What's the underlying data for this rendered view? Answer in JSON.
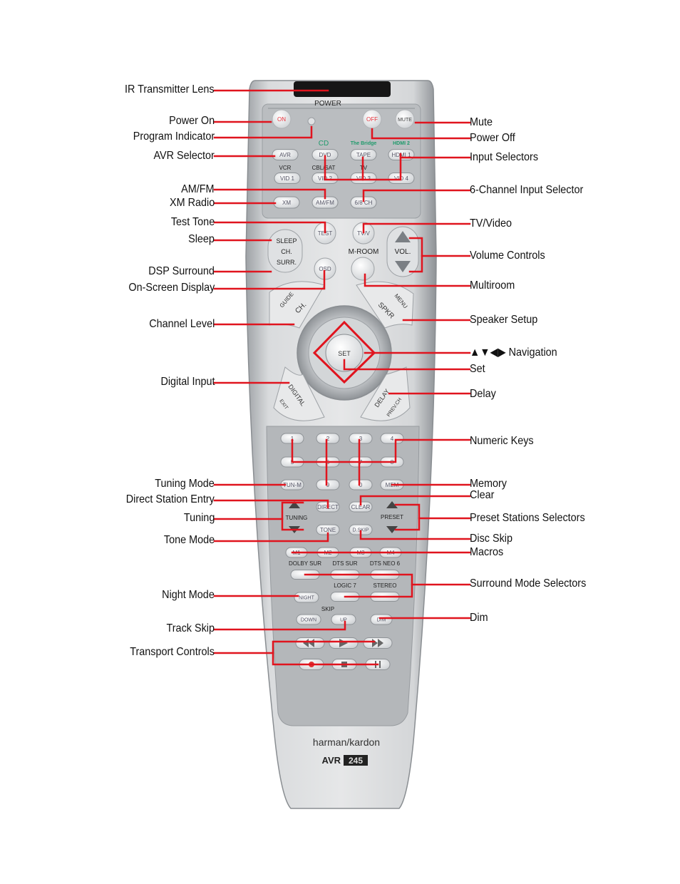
{
  "callouts": {
    "left": [
      "IR Transmitter Lens",
      "Power On",
      "Program Indicator",
      "AVR Selector",
      "AM/FM",
      "XM Radio",
      "Test Tone",
      "Sleep",
      "DSP Surround",
      "On-Screen Display",
      "Channel Level",
      "Digital Input",
      "Tuning Mode",
      "Direct Station Entry",
      "Tuning",
      "Tone Mode",
      "Night Mode",
      "Track Skip",
      "Transport Controls"
    ],
    "right": [
      "Mute",
      "Power Off",
      "Input Selectors",
      "6-Channel Input Selector",
      "TV/Video",
      "Volume Controls",
      "Multiroom",
      "Speaker Setup",
      "▲▼◀▶ Navigation",
      "Set",
      "Delay",
      "Numeric Keys",
      "Memory",
      "Clear",
      "Preset Stations Selectors",
      "Disc Skip",
      "Macros",
      "Surround Mode Selectors",
      "Dim"
    ]
  },
  "remote": {
    "power_label": "POWER",
    "on": "ON",
    "off": "OFF",
    "mute": "MUTE",
    "src_top_cd": "CD",
    "src_top_bridge": "The Bridge",
    "src_top_hdmi2": "HDMI 2",
    "avr": "AVR",
    "dvd": "DVD",
    "tape": "TAPE",
    "hdmi1": "HDMI 1",
    "vcr": "VCR",
    "cbl_sat": "CBL/SAT",
    "tv": "TV",
    "vid1": "VID 1",
    "vid2": "VID 2",
    "vid3": "VID 3",
    "vid4": "VID 4",
    "xm": "XM",
    "amfm": "AM/FM",
    "six_ch": "6/8 CH",
    "sleep": "SLEEP",
    "ch": "CH.",
    "surr": "SURR.",
    "test": "TEST",
    "tv_video": "TV/V",
    "osd": "OSD",
    "m_room": "M-ROOM",
    "vol": "VOL.",
    "guide": "GUIDE",
    "ch_arc": "CH.",
    "spkr": "SPKR",
    "menu": "MENU",
    "set": "SET",
    "digital": "DIGITAL",
    "exit": "EXIT",
    "delay": "DELAY",
    "prev_ch": "PREV.CH",
    "n1": "1",
    "n2": "2",
    "n3": "3",
    "n4": "4",
    "n5": "5",
    "n6": "6",
    "n7": "7",
    "n8": "8",
    "tun_m": "TUN-M",
    "n9": "9",
    "n0": "0",
    "mem": "MEM",
    "tuning": "TUNING",
    "direct": "DIRECT",
    "clear": "CLEAR",
    "preset": "PRESET",
    "tone": "TONE",
    "dskip": "D.SKIP",
    "m1": "M1",
    "m2": "M2",
    "m3": "M3",
    "m4": "M4",
    "dolby_sur": "DOLBY SUR",
    "dts_sur": "DTS SUR",
    "dts_neo6": "DTS NEO 6",
    "logic7": "LOGIC 7",
    "stereo": "STEREO",
    "night": "NIGHT",
    "skip": "SKIP",
    "down": "DOWN",
    "up": "UP",
    "dim": "DIM",
    "brand": "harman/kardon",
    "model_prefix": "AVR",
    "model_number": "245"
  },
  "colors": {
    "leader": "#e0141e",
    "body_silver": "#c8cacc",
    "panel_gray": "#a9adb0",
    "button_white": "#f1f2f3",
    "power_red": "#e8323c",
    "screen_green": "#1f9a6b",
    "lens_black": "#161616"
  }
}
